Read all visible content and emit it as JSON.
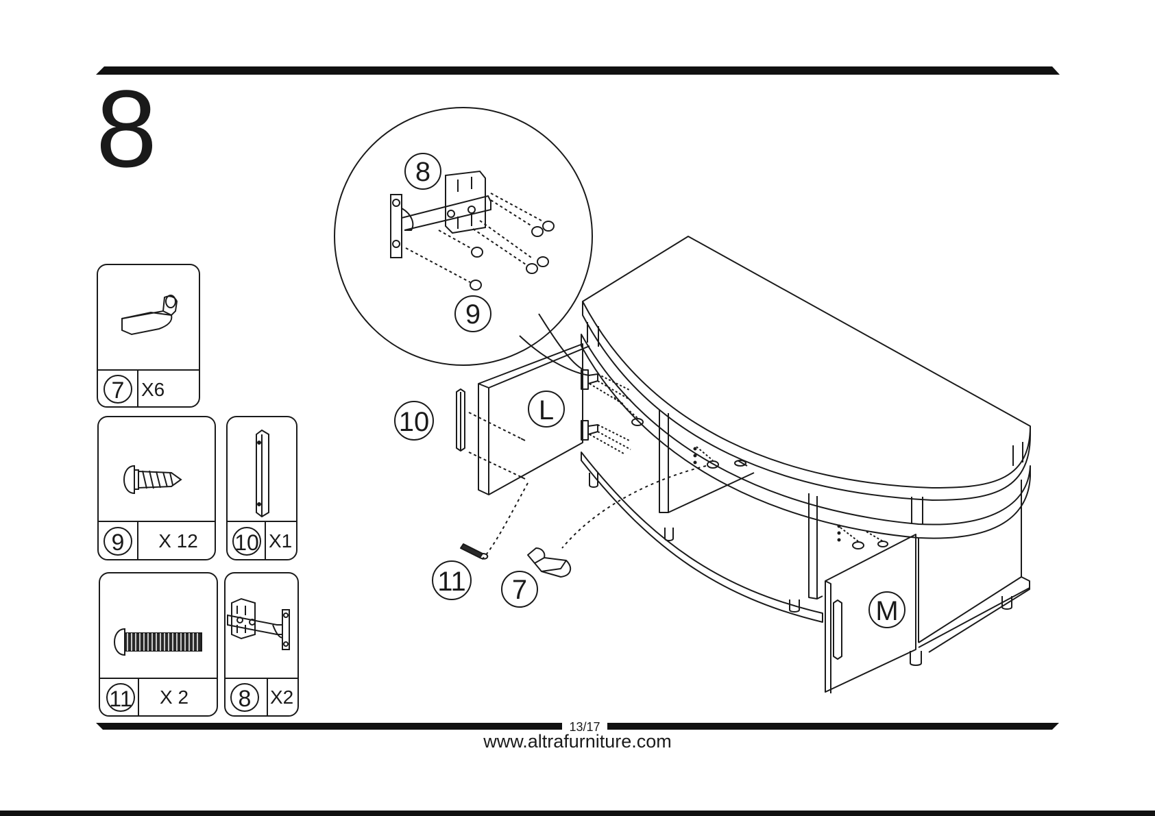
{
  "step": {
    "number": "8"
  },
  "parts": [
    {
      "id": "7",
      "qty": "X6",
      "icon": "shelf-pin-icon"
    },
    {
      "id": "9",
      "qty": "X 12",
      "icon": "screw-icon"
    },
    {
      "id": "10",
      "qty": "X1",
      "icon": "door-handle-icon"
    },
    {
      "id": "11",
      "qty": "X 2",
      "icon": "bolt-icon"
    },
    {
      "id": "8",
      "qty": "X2",
      "icon": "hinge-icon"
    }
  ],
  "callouts": {
    "detail_hinge": "8",
    "detail_screw": "9",
    "handle": "10",
    "bolt": "11",
    "pin": "7",
    "door_left": "L",
    "door_right": "M"
  },
  "footer": {
    "page": "13/17",
    "url": "www.altrafurniture.com"
  }
}
